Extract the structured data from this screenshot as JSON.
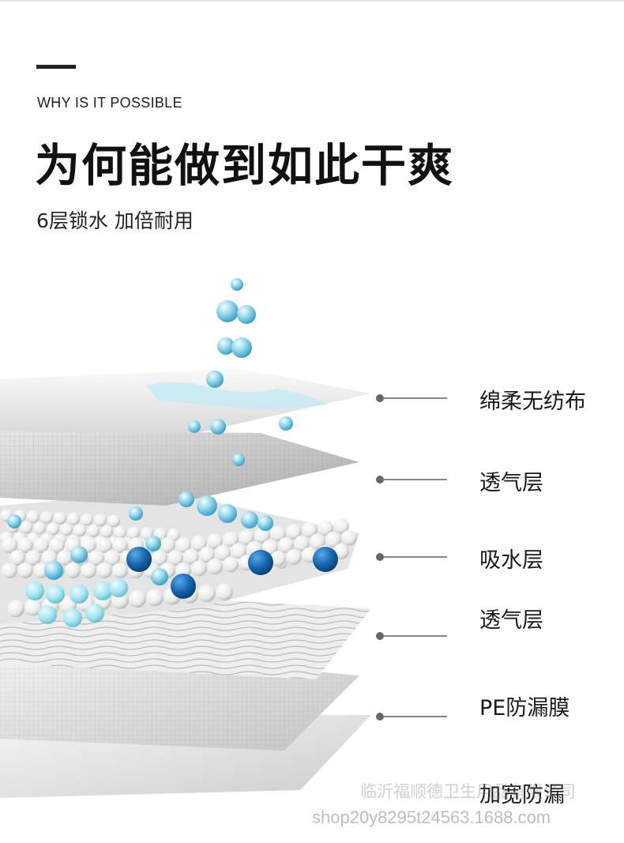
{
  "header": {
    "eyebrow": "WHY IS IT POSSIBLE",
    "title": "为何能做到如此干爽",
    "subtitle": "6层锁水 加倍耐用"
  },
  "layers": [
    {
      "label": "绵柔无纺布"
    },
    {
      "label": "透气层"
    },
    {
      "label": "吸水层"
    },
    {
      "label": "透气层"
    },
    {
      "label": "PE防漏膜"
    },
    {
      "label": "加宽防漏"
    }
  ],
  "watermarks": {
    "company": "临沂福顺德卫生用品有限公司",
    "shop": "shop20y8295t24563.1688.com"
  },
  "colors": {
    "water": "#6cc8e4",
    "deep_blue": "#1565a8",
    "light_aqua": "#b8ecf2",
    "bead": "#f1f1f1"
  },
  "icons": [
    "water-droplet-icon",
    "absorbent-bead-icon"
  ]
}
